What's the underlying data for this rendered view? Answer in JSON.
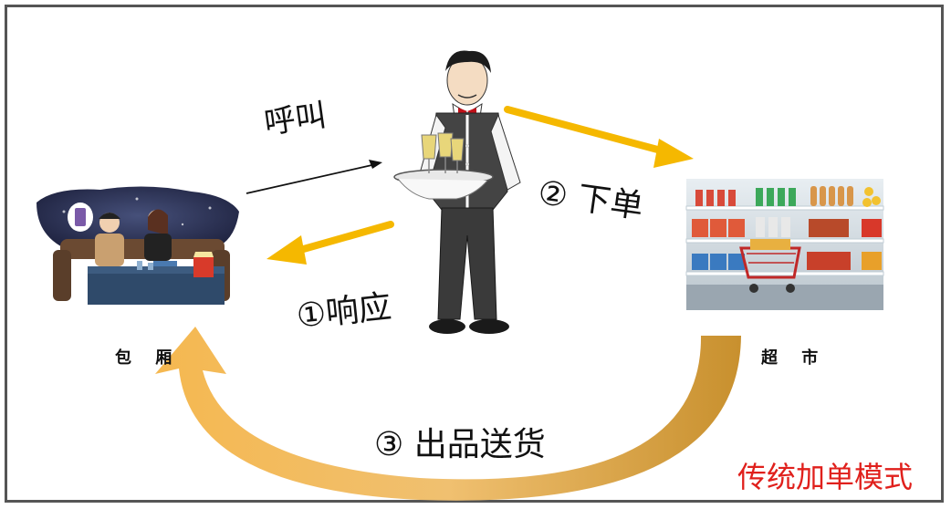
{
  "labels": {
    "call": "呼叫",
    "respond": "①响应",
    "order": "② 下单",
    "deliver": "③ 出品送货",
    "private_room": "包 厢",
    "supermarket": "超 市",
    "mode_title": "传统加单模式"
  },
  "colors": {
    "arrow_yellow": "#f5b800",
    "arrow_curve": "#e0a84a",
    "mode_title": "#e0201c",
    "frame": "#555555"
  }
}
